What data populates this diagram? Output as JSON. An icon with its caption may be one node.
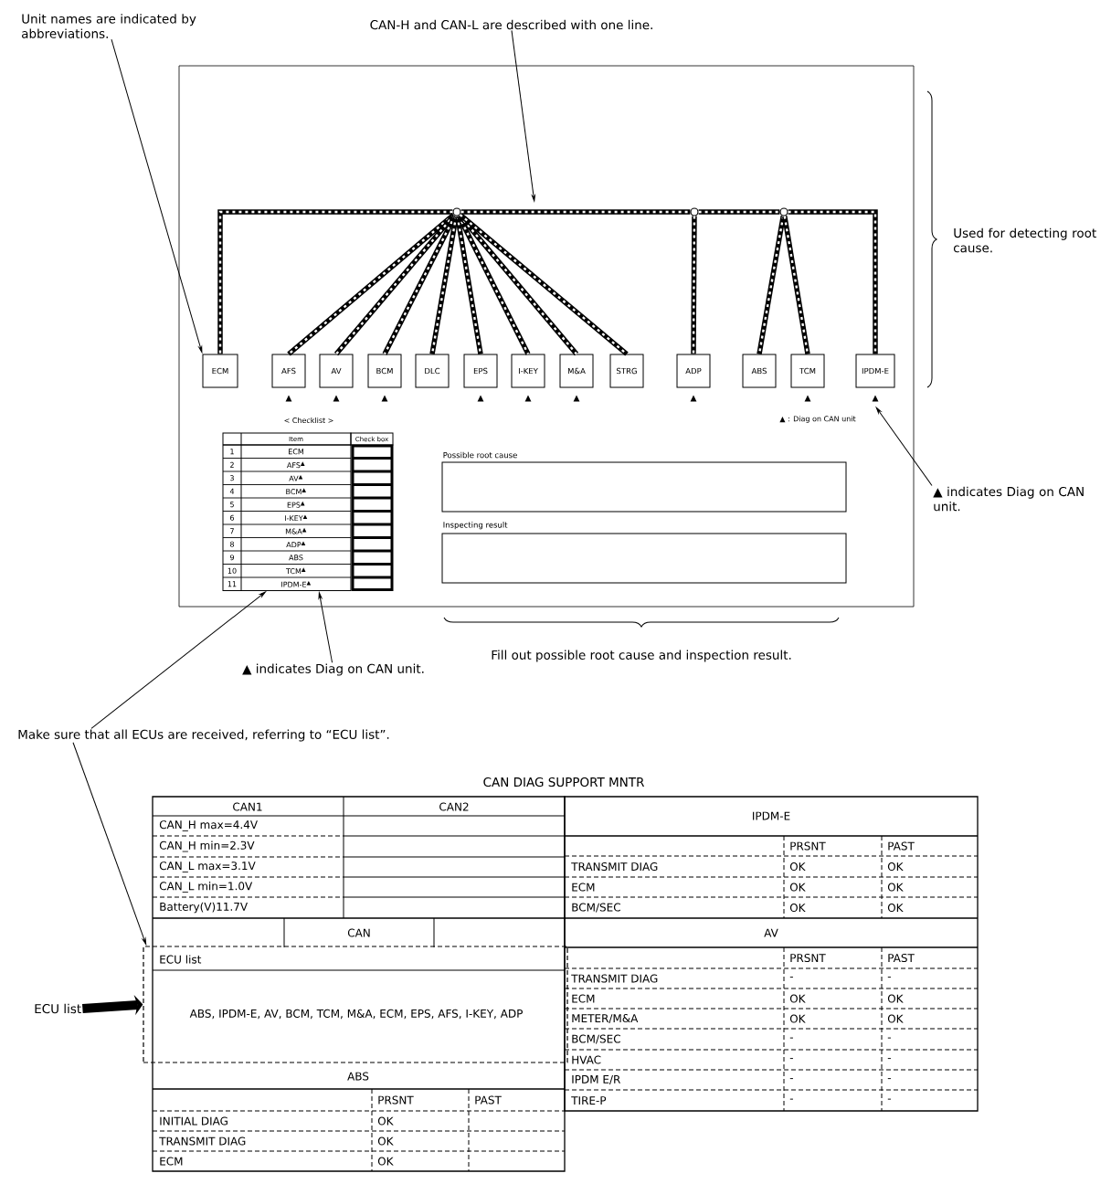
{
  "diagram": {
    "nodes": [
      {
        "text": [
          "Unit names are indicated by abbreviations."
        ]
      },
      {
        "text": [
          "CAN-H and CAN-L are described with one line."
        ]
      },
      {
        "text": [],
        "shape": "circle"
      },
      {
        "text": [],
        "shape": "circle"
      },
      {
        "text": [],
        "shape": "circle"
      },
      {
        "text": [
          "ECM"
        ]
      },
      {
        "text": [
          "AFS"
        ],
        "beside": [
          "▲"
        ]
      },
      {
        "text": [
          "AV"
        ],
        "beside": [
          "▲"
        ]
      },
      {
        "text": [
          "BCM"
        ],
        "beside": [
          "▲"
        ]
      },
      {
        "text": [
          "DLC"
        ]
      },
      {
        "text": [
          "EPS"
        ],
        "beside": [
          "▲"
        ]
      },
      {
        "text": [
          "I-KEY"
        ],
        "beside": [
          "▲"
        ]
      },
      {
        "text": [
          "M&A"
        ],
        "beside": [
          "▲"
        ]
      },
      {
        "text": [
          "STRG"
        ]
      },
      {
        "text": [
          "ADP"
        ],
        "beside": [
          "▲"
        ]
      },
      {
        "text": [
          "ABS"
        ]
      },
      {
        "text": [
          "TCM"
        ],
        "beside": [
          "▲"
        ]
      },
      {
        "text": [
          "IPDM-E"
        ],
        "beside": [
          "▲"
        ]
      },
      {
        "text": [
          "▲ indicates Diag on CAN unit."
        ]
      },
      {
        "text": [
          "Possible root cause"
        ]
      },
      {
        "text": [
          "Inspecting result"
        ]
      },
      {
        "text": [
          "▲ indicates Diag on CAN unit."
        ]
      },
      {
        "text": [
          "Make sure that all ECUs are received, referring to “ECU list”."
        ]
      },
      {
        "text": [
          "ECU list"
        ]
      },
      {
        "text": [
          "ECU list",
          "ABS, IPDM-E, AV, BCM, TCM, M&A, ECM, EPS, AFS, I-KEY, ADP"
        ]
      },
      {
        "text": [
          "< Checklist >",
          "Item",
          "Check box",
          "1",
          "ECM",
          "2",
          "AFS$^{▲}$",
          "3",
          "AV$^{▲}$",
          "4",
          "BCM$^{▲}$",
          "5",
          "EPS$^{▲}$",
          "6",
          "I-KEY$^{▲}$",
          "7",
          "M&A$^{▲}$",
          "8",
          "ADP$^{▲}$",
          "9",
          "ABS",
          "10",
          "TCM$^{▲}$",
          "11",
          "IPDM-E$^{▲}$"
        ]
      }
    ],
    "edges": [
      {
        "from": 0,
        "to": 5,
        "arrow": "to"
      },
      {
        "from": 1,
        "to": null,
        "arrow": "to"
      },
      {
        "from": 2,
        "to": 5,
        "arrow": "none"
      },
      {
        "from": 2,
        "to": 6,
        "arrow": "none"
      },
      {
        "from": 2,
        "to": 7,
        "arrow": "none"
      },
      {
        "from": 2,
        "to": 8,
        "arrow": "none"
      },
      {
        "from": 2,
        "to": 9,
        "arrow": "none"
      },
      {
        "from": 2,
        "to": 10,
        "arrow": "none"
      },
      {
        "from": 2,
        "to": 11,
        "arrow": "none"
      },
      {
        "from": 2,
        "to": 12,
        "arrow": "none"
      },
      {
        "from": 2,
        "to": 13,
        "arrow": "none"
      },
      {
        "from": 2,
        "to": 3,
        "arrow": "none"
      },
      {
        "from": 3,
        "to": 14,
        "arrow": "none"
      },
      {
        "from": 3,
        "to": 4,
        "arrow": "none"
      },
      {
        "from": 4,
        "to": 15,
        "arrow": "none"
      },
      {
        "from": 4,
        "to": 16,
        "arrow": "none"
      },
      {
        "from": 4,
        "to": 17,
        "arrow": "none"
      },
      {
        "from": 18,
        "to": 17,
        "arrow": "to"
      },
      {
        "from": 21,
        "to": 25,
        "arrow": "to"
      },
      {
        "from": 22,
        "to": 25,
        "arrow": "to"
      },
      {
        "from": 22,
        "to": 24,
        "arrow": "to"
      },
      {
        "from": 23,
        "to": 24,
        "arrow": "to",
        "style": "thick"
      }
    ],
    "labels": [
      "Used for detecting root cause.",
      "▲ : Diag on CAN unit",
      "Fill out possible root cause and inspection result.",
      "CAN DIAG SUPPORT MNTR",
      "CAN1",
      "CAN2",
      "CAN_H max=4.4V",
      "CAN_H min=2.3V",
      "CAN_L max=3.1V",
      "CAN_L min=1.0V",
      "Battery(V)11.7V",
      "CAN",
      "ABS",
      "PRSNT",
      "PAST",
      "INITIAL DIAG",
      "OK",
      "TRANSMIT DIAG",
      "OK",
      "ECM",
      "OK",
      "IPDM-E",
      "PRSNT",
      "PAST",
      "TRANSMIT DIAG",
      "OK",
      "OK",
      "ECM",
      "OK",
      "OK",
      "BCM/SEC",
      "OK",
      "OK",
      "AV",
      "PRSNT",
      "PAST",
      "TRANSMIT DIAG",
      "-",
      "-",
      "ECM",
      "OK",
      "OK",
      "METER/M&A",
      "OK",
      "OK",
      "BCM/SEC",
      "-",
      "-",
      "HVAC",
      "-",
      "-",
      "IPDM E/R",
      "-",
      "-",
      "TIRE-P",
      "-",
      "-"
    ]
  }
}
